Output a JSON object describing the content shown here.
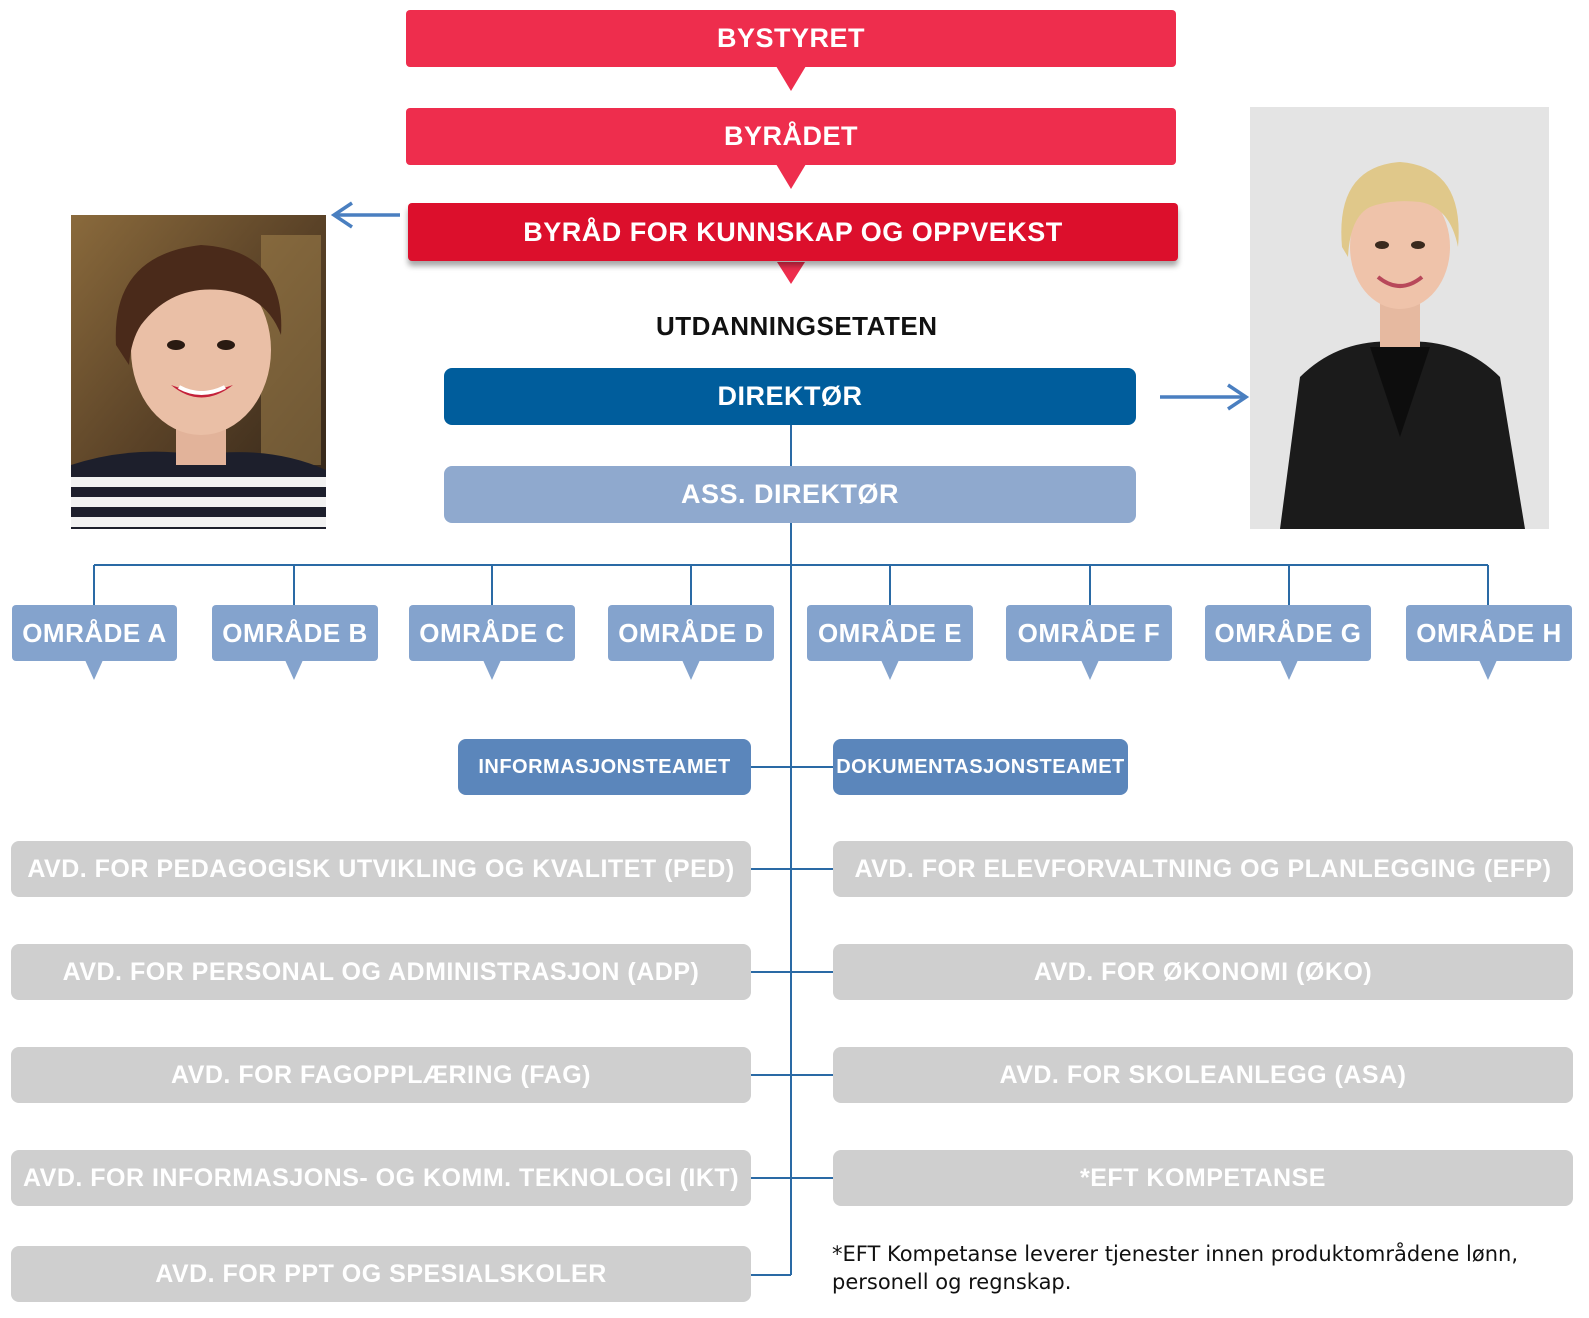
{
  "top_chain": {
    "council": "BYSTYRET",
    "city_government": "BYRÅDET",
    "commissioner": "BYRÅD FOR KUNNSKAP OG OPPVEKST"
  },
  "agency_title": "UTDANNINGSETATEN",
  "director": "DIREKTØR",
  "assistant_director": "ASS. DIREKTØR",
  "areas": [
    "OMRÅDE A",
    "OMRÅDE B",
    "OMRÅDE C",
    "OMRÅDE D",
    "OMRÅDE E",
    "OMRÅDE F",
    "OMRÅDE G",
    "OMRÅDE H"
  ],
  "teams": {
    "left": "INFORMASJONSTEAMET",
    "right": "DOKUMENTASJONSTEAMET"
  },
  "departments_left": [
    "AVD. FOR PEDAGOGISK UTVIKLING OG KVALITET (PED)",
    "AVD. FOR PERSONAL OG ADMINISTRASJON (ADP)",
    "AVD. FOR FAGOPPLÆRING (FAG)",
    "AVD. FOR INFORMASJONS- OG KOMM. TEKNOLOGI (IKT)",
    "AVD. FOR PPT OG SPESIALSKOLER"
  ],
  "departments_right": [
    "AVD. FOR ELEVFORVALTNING OG PLANLEGGING (EFP)",
    "AVD. FOR ØKONOMI (ØKO)",
    "AVD. FOR SKOLEANLEGG (ASA)",
    "*EFT KOMPETANSE"
  ],
  "footnote": {
    "line1": "*EFT Kompetanse leverer tjenester innen produktområdene lønn,",
    "line2": "personell og regnskap."
  },
  "colors": {
    "red": "#ee2d4d",
    "red_dark": "#dc0f2c",
    "director_blue": "#005d9c",
    "assistant_blue": "#8fa9ce",
    "area_blue": "#84a3cd",
    "team_blue": "#5b86bb",
    "department_gray": "#cfcfcf",
    "connector": "#2a6aa5"
  }
}
